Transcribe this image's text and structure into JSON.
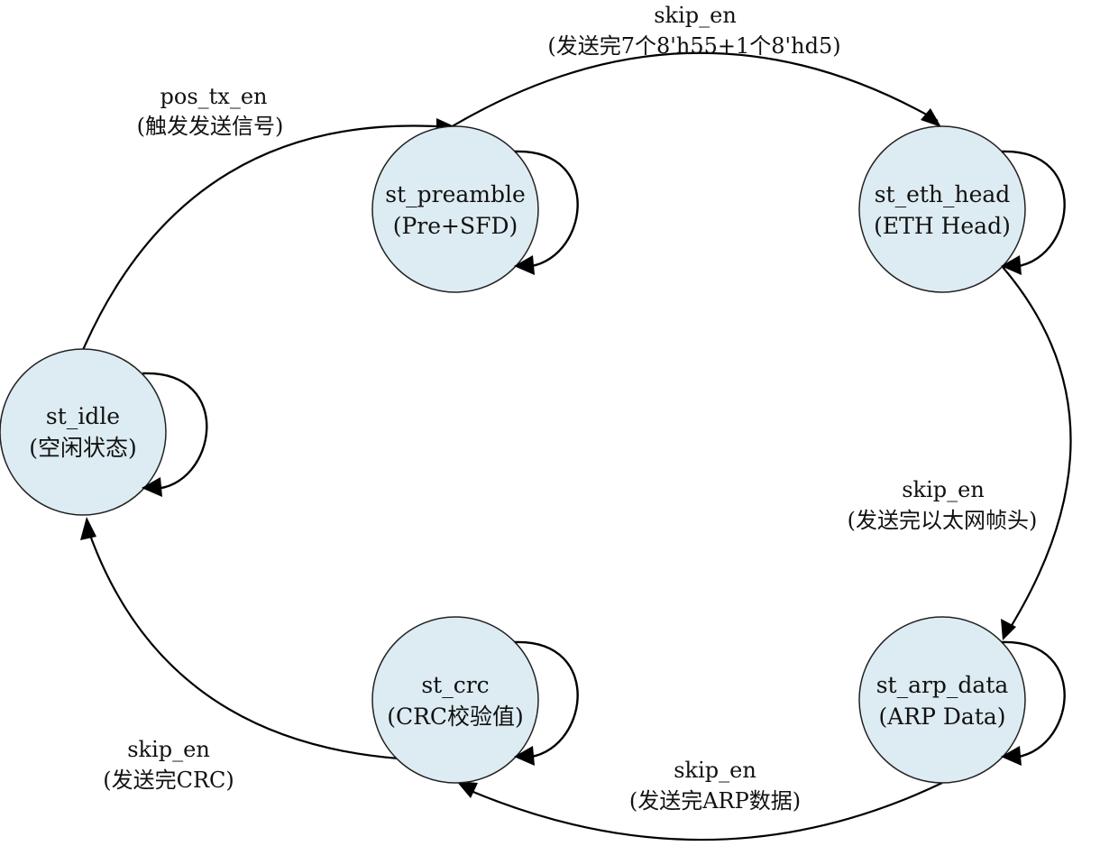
{
  "colors": {
    "state_fill": "#ddebf2",
    "state_stroke": "#222222",
    "edge": "#000000",
    "text": "#111111"
  },
  "states": {
    "idle": {
      "name": "st_idle",
      "desc": "(空闲状态)"
    },
    "preamble": {
      "name": "st_preamble",
      "desc": "(Pre+SFD)"
    },
    "eth_head": {
      "name": "st_eth_head",
      "desc": "(ETH Head)"
    },
    "arp_data": {
      "name": "st_arp_data",
      "desc": "(ARP Data)"
    },
    "crc": {
      "name": "st_crc",
      "desc": "(CRC校验值)"
    }
  },
  "transitions": {
    "idle_to_preamble": {
      "condition": "pos_tx_en",
      "note": "(触发发送信号)"
    },
    "preamble_to_eth_head": {
      "condition": "skip_en",
      "note": "(发送完7个8'h55+1个8'hd5)"
    },
    "eth_head_to_arp_data": {
      "condition": "skip_en",
      "note": "(发送完以太网帧头)"
    },
    "arp_data_to_crc": {
      "condition": "skip_en",
      "note": "(发送完ARP数据)"
    },
    "crc_to_idle": {
      "condition": "skip_en",
      "note": "(发送完CRC)"
    }
  }
}
